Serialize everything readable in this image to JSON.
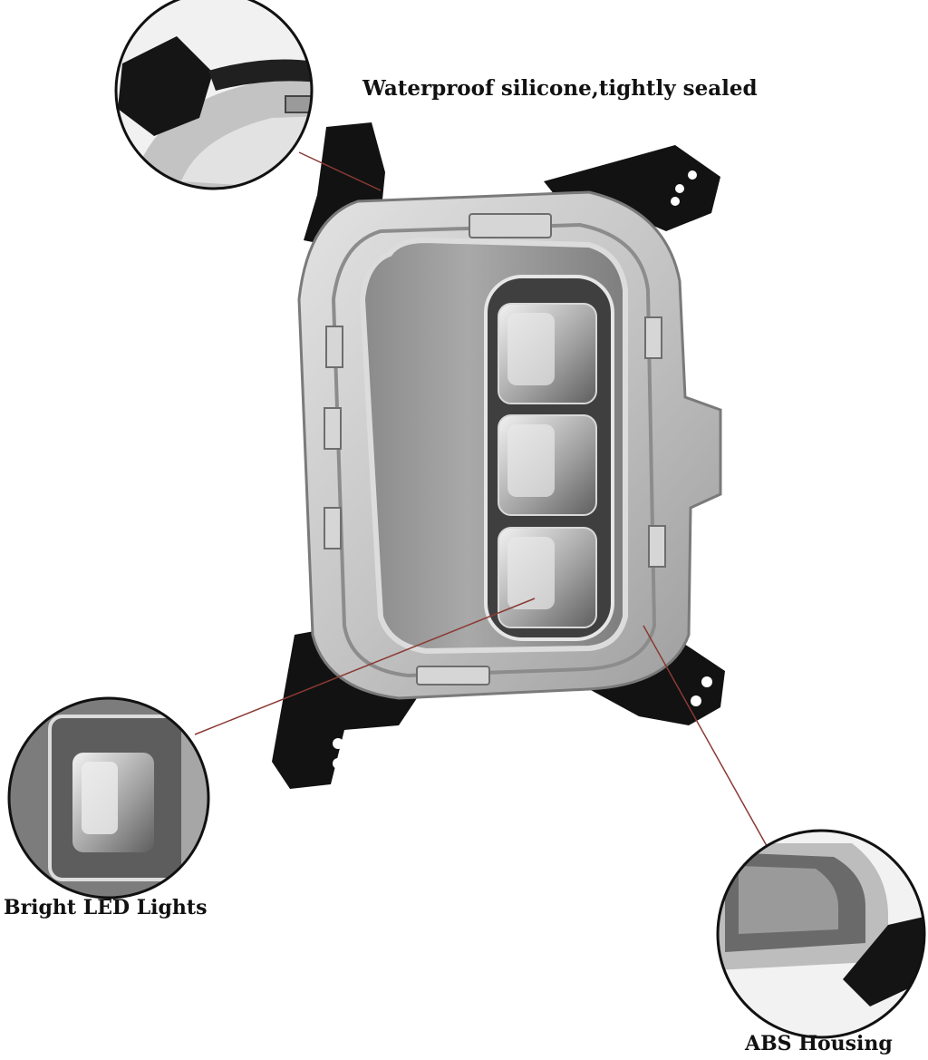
{
  "callouts": {
    "seal": {
      "text": "Waterproof silicone,tightly sealed"
    },
    "led": {
      "text": "Bright LED Lights"
    },
    "housing": {
      "text": "ABS Housing"
    }
  },
  "colors": {
    "leader_line": "#8a3a34",
    "bracket": "#121212",
    "housing": "#bdbdbd",
    "lens": "#9a9a9a"
  }
}
